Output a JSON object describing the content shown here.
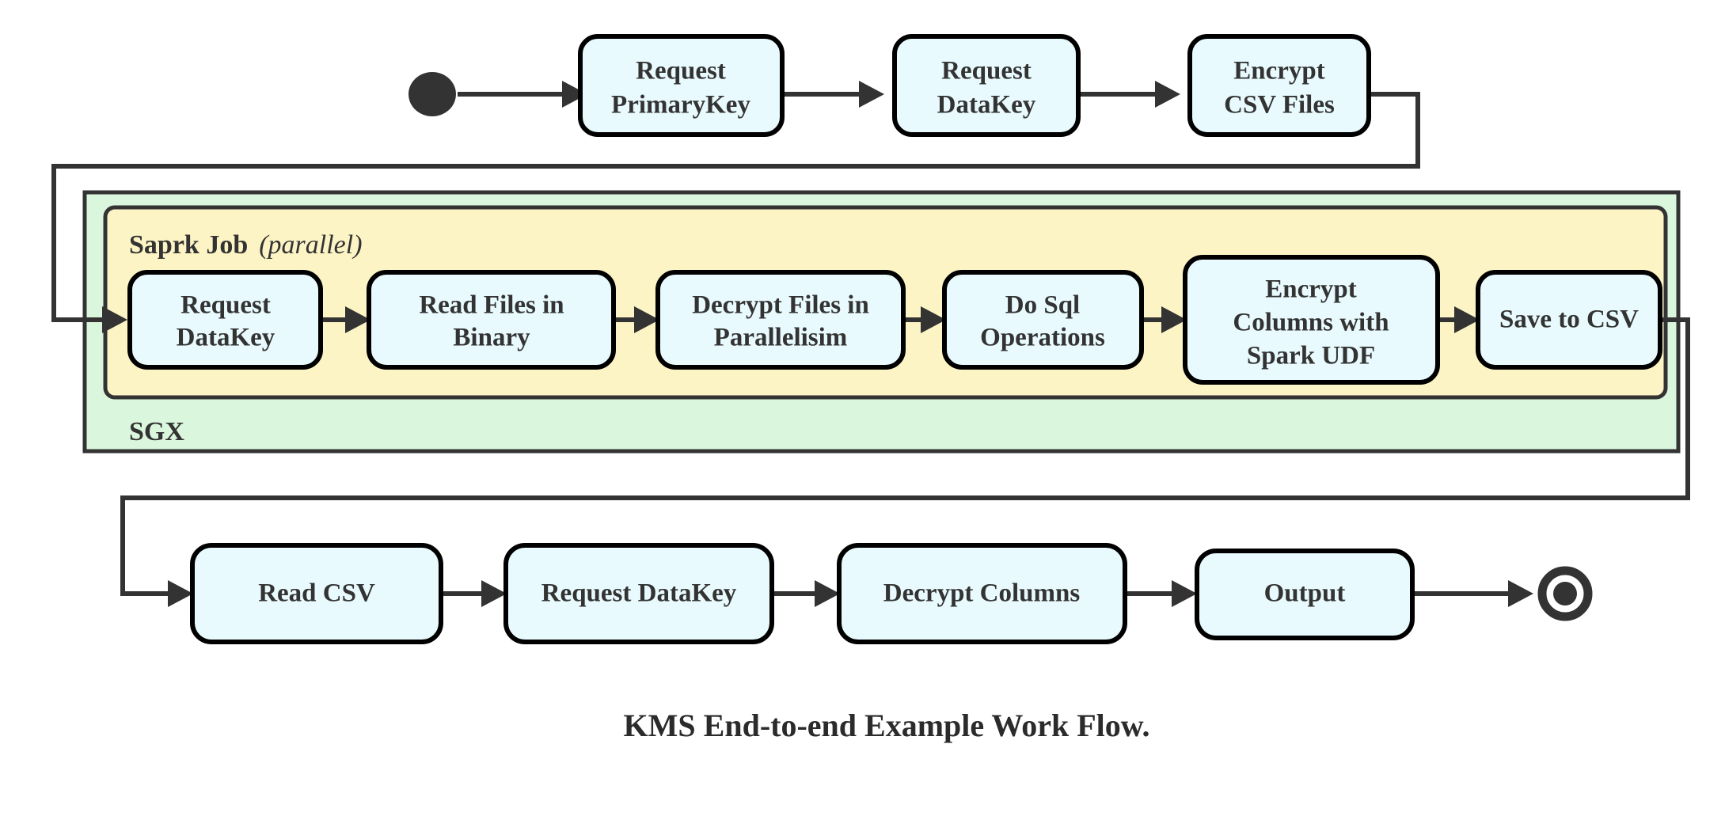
{
  "figure": {
    "caption": "KMS End-to-end Example Work Flow.",
    "title": "KMS End-to-end Example Work Flow"
  },
  "colors": {
    "node_fill": "#e8fafd",
    "node_stroke": "#000000",
    "sgx_fill": "#daf7dd",
    "spark_fill": "#fdf4c5",
    "container_stroke": "#333333",
    "edge": "#333333",
    "text": "#333333",
    "background": "#ffffff"
  },
  "containers": {
    "sgx": {
      "label": "SGX"
    },
    "spark": {
      "label": "Saprk Job",
      "qualifier": "(parallel)",
      "qualifier_italic": "parallel"
    }
  },
  "markers": {
    "start": {
      "name": "start-state"
    },
    "end": {
      "name": "end-state"
    }
  },
  "rows": {
    "top": {
      "name": "top-row",
      "nodes": [
        {
          "id": "request-primarykey",
          "lines": [
            "Request",
            "PrimaryKey"
          ]
        },
        {
          "id": "request-datakey-top",
          "lines": [
            "Request",
            "DataKey"
          ]
        },
        {
          "id": "encrypt-csv-files",
          "lines": [
            "Encrypt",
            "CSV Files"
          ]
        }
      ]
    },
    "spark": {
      "name": "spark-row",
      "nodes": [
        {
          "id": "request-datakey-spark",
          "lines": [
            "Request",
            "DataKey"
          ]
        },
        {
          "id": "read-files-in-binary",
          "lines": [
            "Read Files in",
            "Binary"
          ]
        },
        {
          "id": "decrypt-files-in-parallelisim",
          "lines": [
            "Decrypt Files in",
            "Parallelisim"
          ]
        },
        {
          "id": "do-sql-operations",
          "lines": [
            "Do Sql",
            "Operations"
          ]
        },
        {
          "id": "encrypt-columns-with-spark-udf",
          "lines": [
            "Encrypt",
            "Columns with",
            "Spark UDF"
          ]
        },
        {
          "id": "save-to-csv",
          "lines": [
            "Save to CSV"
          ]
        }
      ]
    },
    "bottom": {
      "name": "bottom-row",
      "nodes": [
        {
          "id": "read-csv",
          "lines": [
            "Read CSV"
          ]
        },
        {
          "id": "request-datakey-bottom",
          "lines": [
            "Request DataKey"
          ]
        },
        {
          "id": "decrypt-columns",
          "lines": [
            "Decrypt Columns"
          ]
        },
        {
          "id": "output",
          "lines": [
            "Output"
          ]
        }
      ]
    }
  },
  "edges": [
    {
      "from": "start-state",
      "to": "request-primarykey"
    },
    {
      "from": "request-primarykey",
      "to": "request-datakey-top"
    },
    {
      "from": "request-datakey-top",
      "to": "encrypt-csv-files"
    },
    {
      "from": "encrypt-csv-files",
      "to": "request-datakey-spark"
    },
    {
      "from": "request-datakey-spark",
      "to": "read-files-in-binary"
    },
    {
      "from": "read-files-in-binary",
      "to": "decrypt-files-in-parallelisim"
    },
    {
      "from": "decrypt-files-in-parallelisim",
      "to": "do-sql-operations"
    },
    {
      "from": "do-sql-operations",
      "to": "encrypt-columns-with-spark-udf"
    },
    {
      "from": "encrypt-columns-with-spark-udf",
      "to": "save-to-csv"
    },
    {
      "from": "save-to-csv",
      "to": "read-csv"
    },
    {
      "from": "read-csv",
      "to": "request-datakey-bottom"
    },
    {
      "from": "request-datakey-bottom",
      "to": "decrypt-columns"
    },
    {
      "from": "decrypt-columns",
      "to": "output"
    },
    {
      "from": "output",
      "to": "end-state"
    }
  ]
}
